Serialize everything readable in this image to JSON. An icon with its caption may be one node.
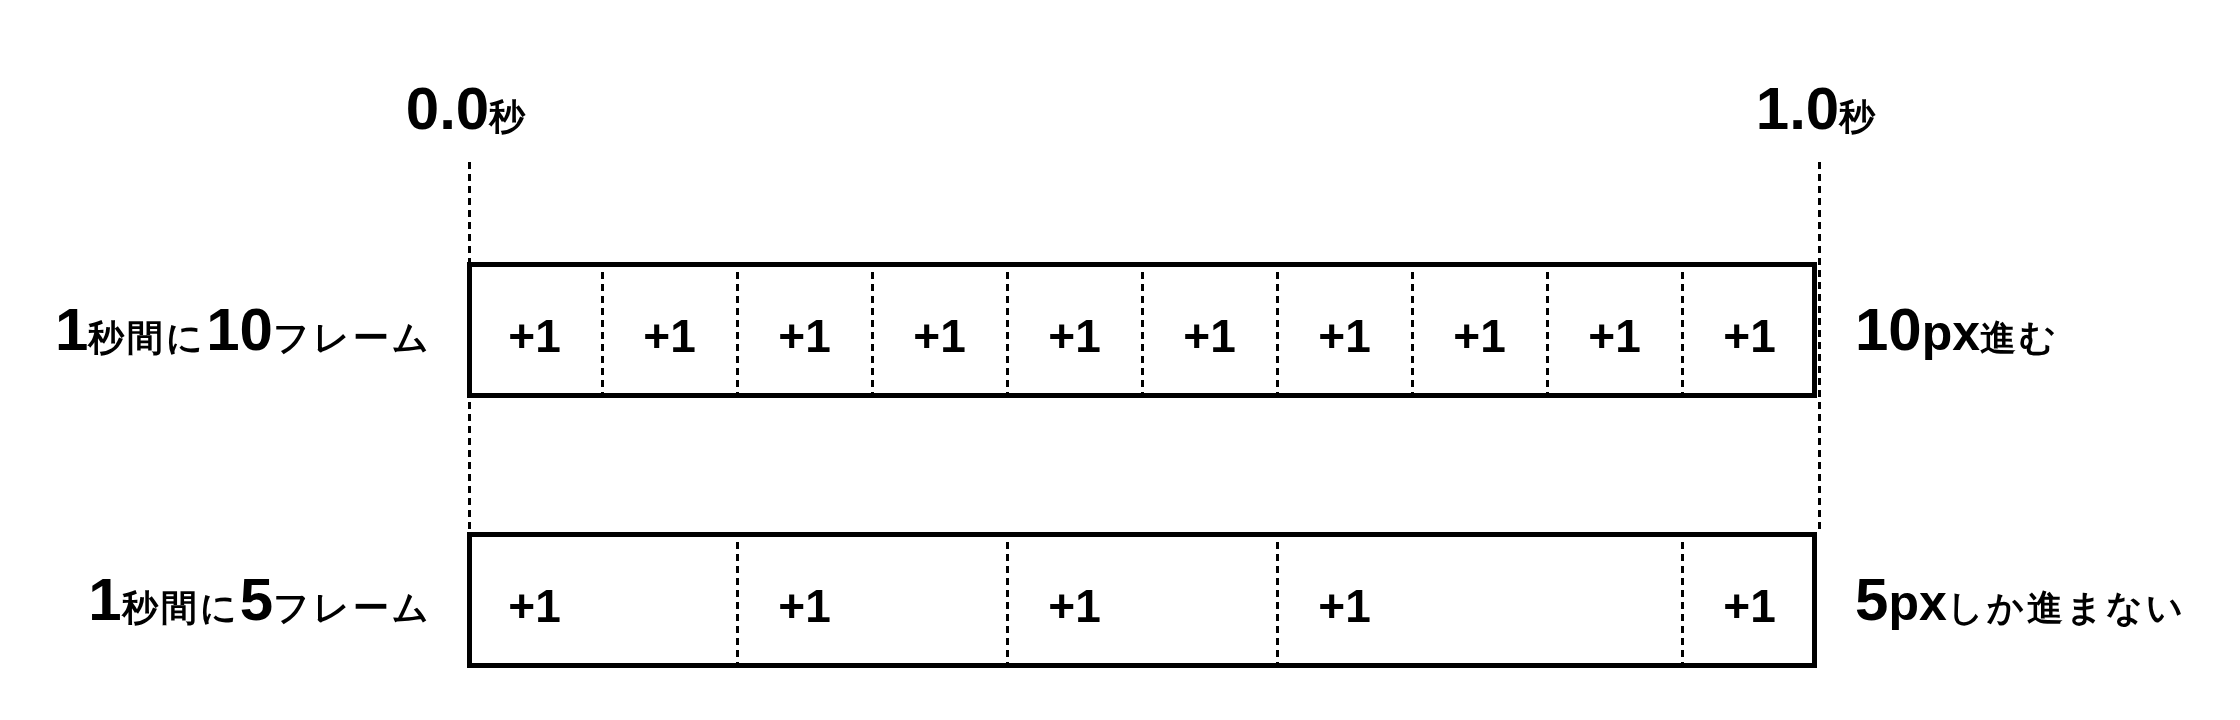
{
  "diagram": {
    "nodes": [
      {
        "text": [],
        "shape": "box",
        "beside": [
          "1秒間に10フレーム",
          "10px進む"
        ]
      },
      {
        "text": [
          "+1"
        ],
        "in": 0
      },
      {
        "text": [
          "+1"
        ],
        "in": 0
      },
      {
        "text": [
          "+1"
        ],
        "in": 0
      },
      {
        "text": [
          "+1"
        ],
        "in": 0
      },
      {
        "text": [
          "+1"
        ],
        "in": 0
      },
      {
        "text": [
          "+1"
        ],
        "in": 0
      },
      {
        "text": [
          "+1"
        ],
        "in": 0
      },
      {
        "text": [
          "+1"
        ],
        "in": 0
      },
      {
        "text": [
          "+1"
        ],
        "in": 0
      },
      {
        "text": [
          "+1"
        ],
        "in": 0
      },
      {
        "text": [],
        "shape": "box",
        "beside": [
          "1秒間に5フレーム",
          "5pxしか進まない"
        ]
      },
      {
        "text": [
          "+1"
        ],
        "in": 11
      },
      {
        "text": [
          "+1"
        ],
        "in": 11
      },
      {
        "text": [
          "+1"
        ],
        "in": 11
      },
      {
        "text": [
          "+1"
        ],
        "in": 11
      },
      {
        "text": [
          "+1"
        ],
        "in": 11
      }
    ],
    "labels": [
      "0.0秒",
      "1.0秒"
    ]
  }
}
